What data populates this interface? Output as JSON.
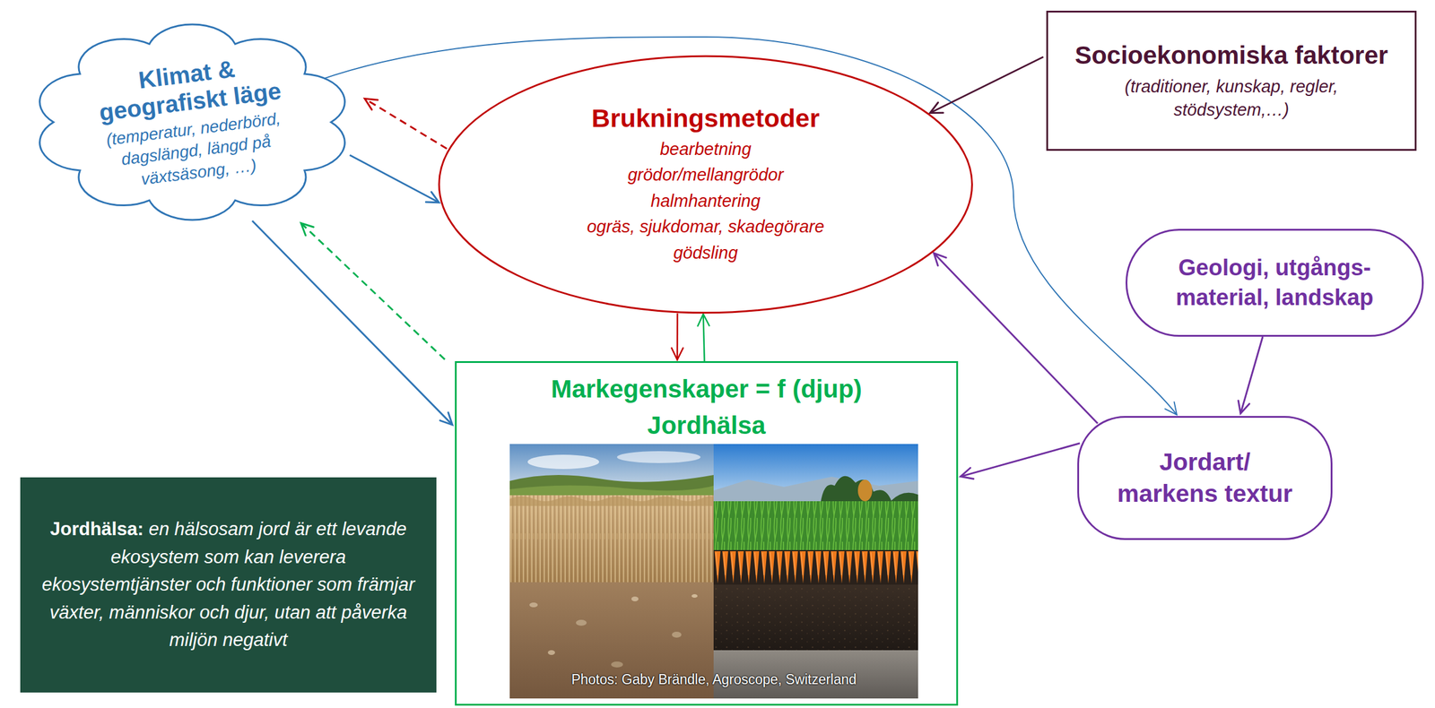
{
  "diagram": {
    "nodes": [
      {
        "text": [
          "Klimat & geografiskt läge",
          "(temperatur, nederbörd, dagslängd, längd på växtsäsong, …)"
        ]
      },
      {
        "text": [
          "Brukningsmetoder",
          "bearbetning",
          "grödor/mellangrödor",
          "halmhantering",
          "ogräs, sjukdomar, skadegörare",
          "gödsling"
        ]
      },
      {
        "text": [
          "Socioekonomiska faktorer",
          "(traditioner, kunskap, regler, stödsystem,…)"
        ]
      },
      {
        "text": [
          "Geologi, utgångs- material, landskap"
        ]
      },
      {
        "text": [
          "Markegenskaper = f (djup)",
          "Jordhälsa"
        ]
      },
      {
        "text": [
          "Jordart/ markens textur"
        ]
      },
      {
        "text": [
          "Jordhälsa:",
          "en hälsosam jord är ett levande ekosystem som kan leverera ekosystemtjänster och funktioner som främjar växter, människor och djur, utan att påverka miljön negativt"
        ]
      }
    ],
    "edges": [
      {
        "from": 0,
        "to": 1,
        "arrow": "to"
      },
      {
        "from": 1,
        "to": 0,
        "arrow": "to"
      },
      {
        "from": 0,
        "to": 4,
        "arrow": "to"
      },
      {
        "from": 4,
        "to": 0,
        "arrow": "to"
      },
      {
        "from": 0,
        "to": 5,
        "arrow": "to"
      },
      {
        "from": 1,
        "to": 4,
        "arrow": "to"
      },
      {
        "from": 4,
        "to": 1,
        "arrow": "to"
      },
      {
        "from": 2,
        "to": 1,
        "arrow": "to"
      },
      {
        "from": 3,
        "to": 5,
        "arrow": "to"
      },
      {
        "from": 5,
        "to": 1,
        "arrow": "to"
      },
      {
        "from": 5,
        "to": 4,
        "arrow": "to"
      }
    ],
    "labels": [
      "Photos: Gaby Brändle, Agroscope, Switzerland"
    ]
  }
}
